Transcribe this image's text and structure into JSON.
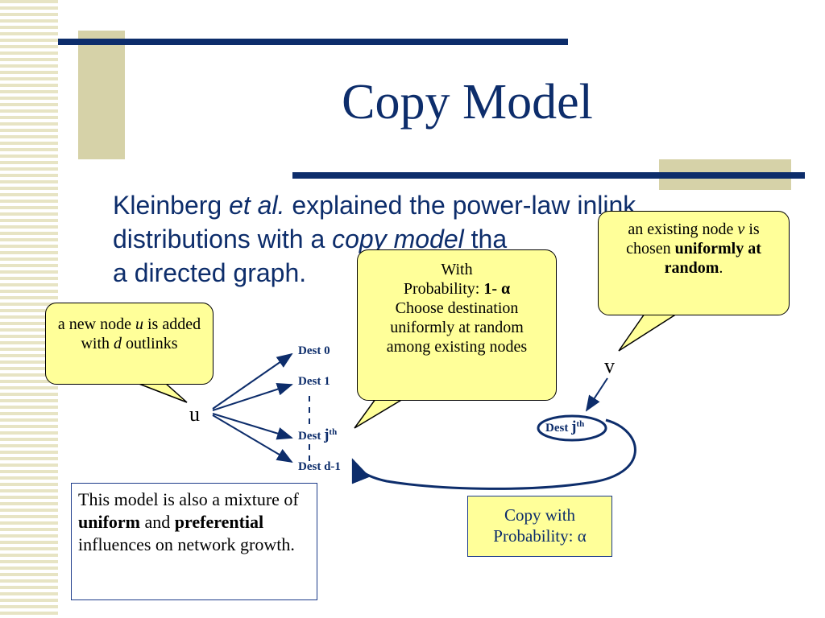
{
  "slide": {
    "title": "Copy Model",
    "body": {
      "line1_pre": "Kleinberg ",
      "line1_em": "et al.",
      "line1_post": " explained the power-law inlink",
      "line2_pre": "distributions with a ",
      "line2_em": "copy model",
      "line2_post": " tha",
      "line3": "a directed graph."
    }
  },
  "callouts": {
    "new_node": {
      "t1": "a new node ",
      "u": "u",
      "t2": " is added with ",
      "d": "d",
      "t3": " outlinks"
    },
    "probability": {
      "l1": "With",
      "l2_pre": "Probability: ",
      "l2_bold": "1- α",
      "l3": "Choose destination uniformly at random among existing nodes"
    },
    "existing": {
      "t1": "an existing node ",
      "v": "v",
      "t2": " is chosen ",
      "bold": "uniformly at random",
      "t3": "."
    }
  },
  "graph": {
    "node_u": "u",
    "node_v": "v",
    "dest0": "Dest 0",
    "dest1": "Dest 1",
    "destj_pre": "Dest ",
    "destj_j": "j",
    "destj_sup": "th",
    "destd1": "Dest d-1"
  },
  "note_box": {
    "t1": "This model is also a mixture of ",
    "b1": "uniform",
    "t2": " and ",
    "b2": "preferential",
    "t3": " influences on network growth."
  },
  "copy_box": {
    "l1": "Copy with",
    "l2": "Probability: α"
  },
  "colors": {
    "title": "#0d2d6b",
    "callout_fill": "#ffff99",
    "accent_line": "#0d2d6b",
    "deco": "#d6d2a8"
  }
}
